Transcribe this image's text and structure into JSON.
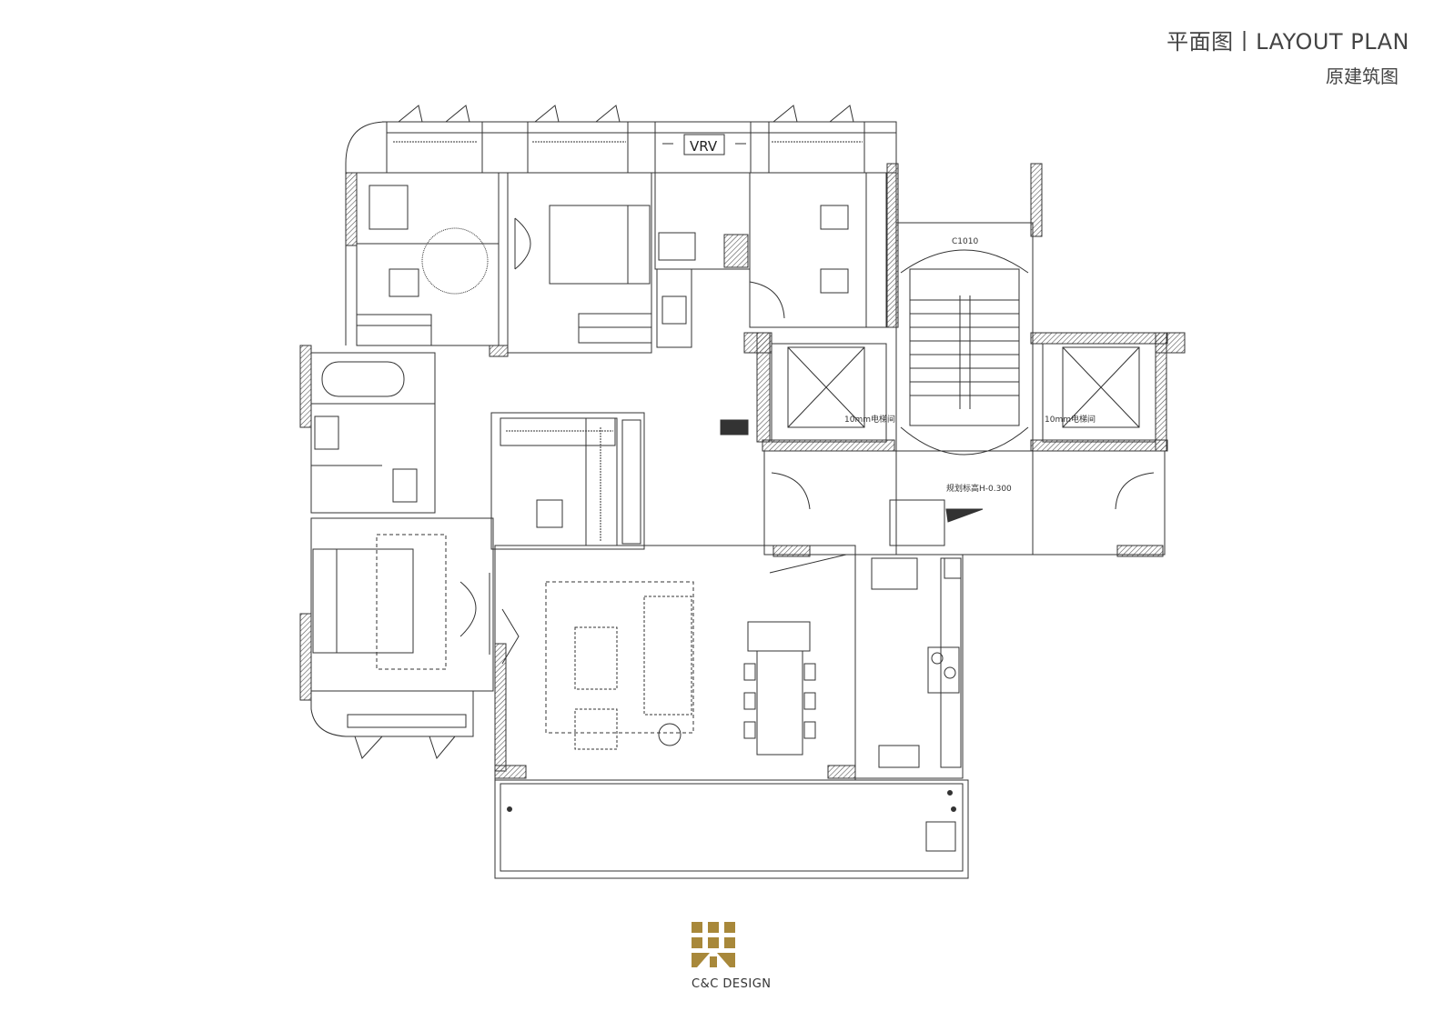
{
  "header": {
    "title": "平面图丨LAYOUT PLAN",
    "subtitle": "原建筑图"
  },
  "plan": {
    "labels": {
      "vrv": "VRV",
      "stair_top": "C1010",
      "elevator_left": "10mm电梯间",
      "elevator_right": "10mm电梯间",
      "level_mark": "规划标高H-0.300"
    }
  },
  "footer": {
    "brand": "C&C DESIGN"
  },
  "colors": {
    "line": "#333333",
    "hatch": "#666666",
    "logo_gold": "#a8883a"
  }
}
